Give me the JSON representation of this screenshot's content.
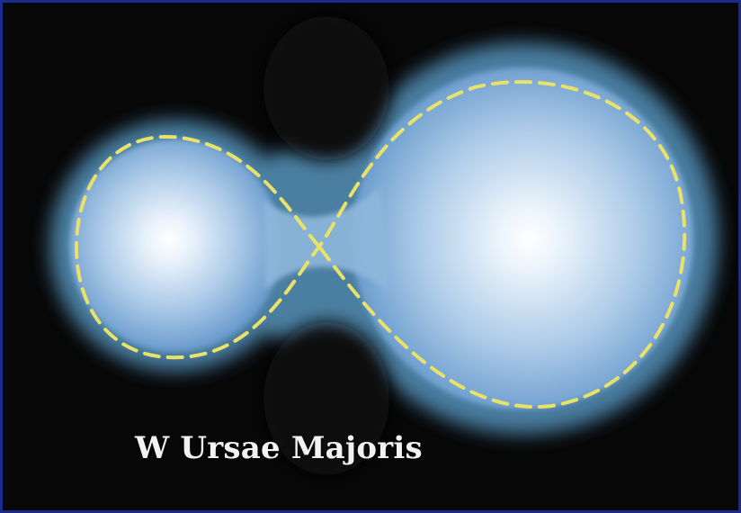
{
  "caption": "W Ursae Majoris",
  "colors": {
    "frame_border": "#1a2b8c",
    "background": "#070707",
    "envelope": "#4f86aa",
    "star_core": "#ffffff",
    "star_edge": "#5b94c4",
    "roche_lobe": "#e8e26a",
    "caption_text": "#f2f2f2"
  },
  "icons": {
    "scene": "contact-binary-illustration",
    "roche_lobe": "dashed-figure-eight-outline"
  }
}
